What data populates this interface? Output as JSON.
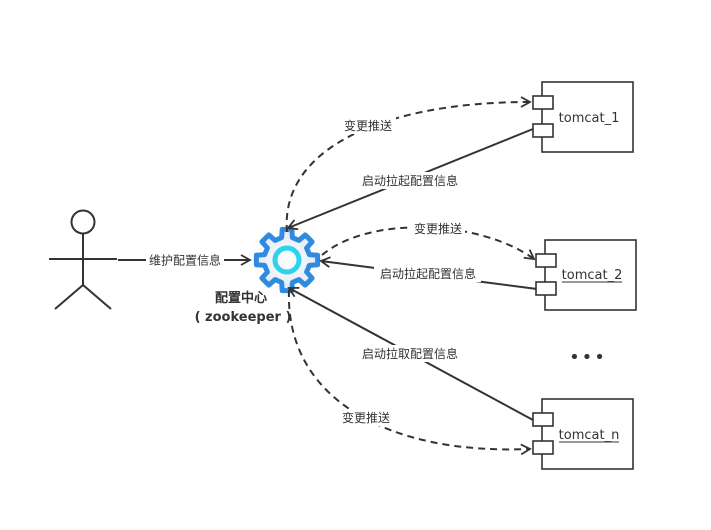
{
  "actor": {
    "edge_label": "维护配置信息"
  },
  "center": {
    "title": "配置中心",
    "subtitle": "( zookeeper )",
    "icon": "gear-icon",
    "gear_color": "#2f8be0",
    "inner_color": "#2ed3f0"
  },
  "nodes": [
    {
      "label": "tomcat_1",
      "push_label": "变更推送",
      "start_label": "启动拉起配置信息",
      "underlined": false
    },
    {
      "label": "tomcat_2",
      "push_label": "变更推送",
      "start_label": "启动拉起配置信息",
      "underlined": true
    },
    {
      "label": "tomcat_n",
      "push_label": "变更推送",
      "start_label": "启动拉取配置信息",
      "underlined": true
    }
  ],
  "ellipsis": "•••"
}
